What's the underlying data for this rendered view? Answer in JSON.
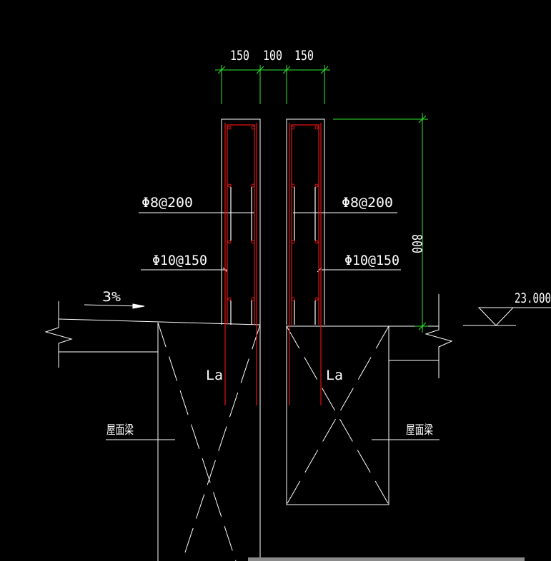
{
  "colors": {
    "background": "#000000",
    "lines": "#ffffff",
    "rebar": "#e81010",
    "dimensions": "#2ee82e"
  },
  "dimensions": {
    "top": [
      "150",
      "100",
      "150"
    ],
    "height": "800"
  },
  "labels": {
    "stirrup_left": "Φ8@200",
    "stirrup_right": "Φ8@200",
    "main_bar_left": "Φ10@150",
    "main_bar_right": "Φ10@150",
    "slope": "3%",
    "elevation": "23.000",
    "anchor_left": "La",
    "anchor_right": "La",
    "beam_left": "屋面梁",
    "beam_right": "屋面梁"
  }
}
